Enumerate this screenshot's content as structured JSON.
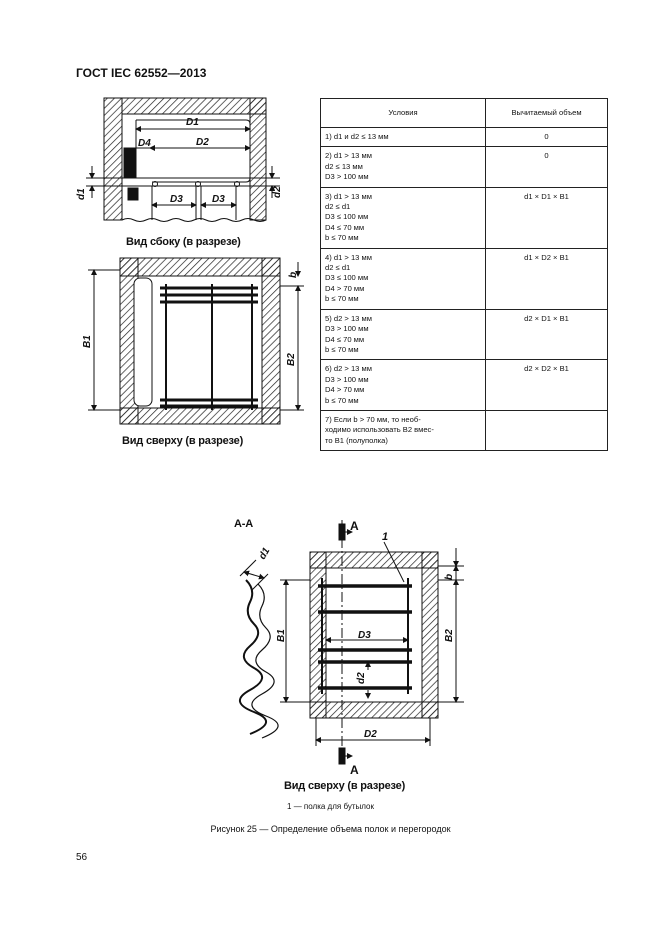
{
  "header": "ГОСТ IEC 62552—2013",
  "page_number": "56",
  "view_labels": {
    "side": "Вид сбоку (в разрезе)",
    "top": "Вид сверху (в разрезе)",
    "section": "А-А",
    "bottom": "Вид сверху (в разрезе)"
  },
  "dimension_labels": {
    "D1": "D1",
    "D2": "D2",
    "D3": "D3",
    "D4": "D4",
    "d1": "d1",
    "d2": "d2",
    "b": "b",
    "B1": "B1",
    "B2": "B2",
    "A": "A",
    "item1": "1"
  },
  "table": {
    "headers": [
      "Условия",
      "Вычитаемый объем"
    ],
    "rows": [
      {
        "lines": [
          "1)  d1 и d2 ≤ 13 мм"
        ],
        "value": "0"
      },
      {
        "lines": [
          "2)  d1 > 13 мм",
          "d2 ≤  13 мм",
          "D3 > 100 мм"
        ],
        "value": "0"
      },
      {
        "lines": [
          "3)  d1 > 13 мм",
          "d2 ≤  d1",
          "D3 ≤  100 мм",
          "D4 ≤  70 мм",
          "b  ≤ 70 мм"
        ],
        "value": "d1 × D1 × B1"
      },
      {
        "lines": [
          "4)  d1 > 13 мм",
          "d2 ≤  d1",
          "D3 ≤  100 мм",
          "D4 > 70 мм",
          "b ≤ 70 мм"
        ],
        "value": "d1 × D2 × B1"
      },
      {
        "lines": [
          "5)  d2 > 13 мм",
          "D3 > 100 мм",
          "D4 ≤ 70 мм",
          "b  ≤ 70 мм"
        ],
        "value": "d2 × D1 × B1"
      },
      {
        "lines": [
          "6)  d2 > 13 мм",
          "D3 > 100 мм",
          "D4 > 70 мм",
          "b  ≤ 70 мм"
        ],
        "value": "d2 × D2 × B1"
      },
      {
        "lines": [
          "7)  Если b > 70 мм, то необ-",
          "ходимо использовать B2 вмес-",
          "то B1 (полуполка)"
        ],
        "value": ""
      }
    ]
  },
  "legend": "1 — полка для бутылок",
  "figure_caption": "Рисунок 25 — Определение объема полок и перегородок"
}
